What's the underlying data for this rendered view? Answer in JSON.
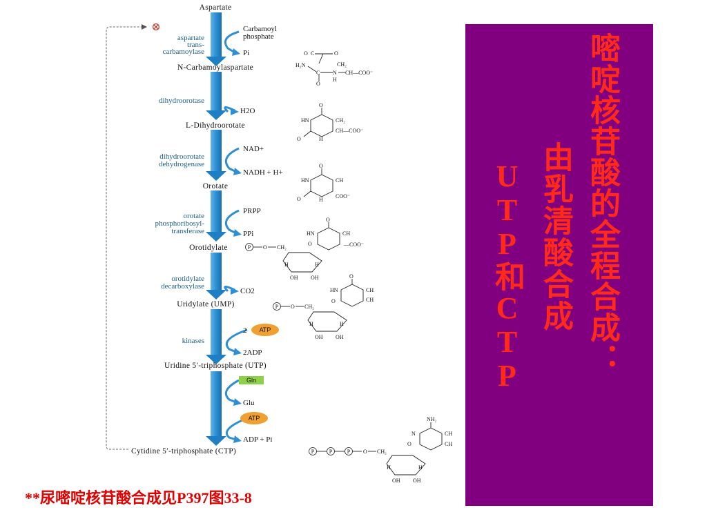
{
  "pathway": {
    "start": "Aspartate",
    "inhibition_symbol": "⊗",
    "steps": [
      {
        "enzyme": [
          "aspartate",
          "trans-",
          "carbamoylase"
        ],
        "inputs": [
          "Carbamoyl",
          "phosphate"
        ],
        "output": "Pi",
        "product": "N-Carbamoylaspartate"
      },
      {
        "enzyme": [
          "dihydroorotase"
        ],
        "inputs": [],
        "output": "H2O",
        "product": "L-Dihydroorotate"
      },
      {
        "enzyme": [
          "dihydroorotate",
          "dehydrogenase"
        ],
        "inputs": [
          "NAD+"
        ],
        "output": "NADH + H+",
        "product": "Orotate"
      },
      {
        "enzyme": [
          "orotate",
          "phosphoribosyl-",
          "transferase"
        ],
        "inputs": [
          "PRPP"
        ],
        "output": "PPi",
        "product": "Orotidylate"
      },
      {
        "enzyme": [
          "orotidylate",
          "decarboxylase"
        ],
        "inputs": [],
        "output": "CO2",
        "product": "Uridylate (UMP)"
      },
      {
        "enzyme": [
          "kinases"
        ],
        "inputs": [
          "2 ATP"
        ],
        "output": "2ADP",
        "product": "Uridine 5′-triphosphate (UTP)"
      },
      {
        "enzyme": [],
        "inputs": [
          "Gln"
        ],
        "output": "Glu",
        "product": ""
      },
      {
        "enzyme": [],
        "inputs": [
          "ATP"
        ],
        "output": "ADP + Pi",
        "product": "Cytidine 5′-triphosphate (CTP)"
      }
    ],
    "badges": {
      "atp_label": "ATP",
      "gln_label": "Gln",
      "phosphate": "P"
    },
    "colors": {
      "arrow": "#2f8fd2",
      "enzyme_text": "#1c5f86",
      "atp_badge": "#f0a030",
      "gln_badge": "#8fd04a"
    }
  },
  "title_panel": {
    "line1": "嘧啶核苷酸的全程合成：",
    "line2": "由乳清酸合成",
    "line3": "UTP和CTP",
    "background": "#800080",
    "text_color": "#ff2a1a"
  },
  "footnote": "**尿嘧啶核苷酸合成见P397图33-8",
  "footnote_color": "#e00000"
}
